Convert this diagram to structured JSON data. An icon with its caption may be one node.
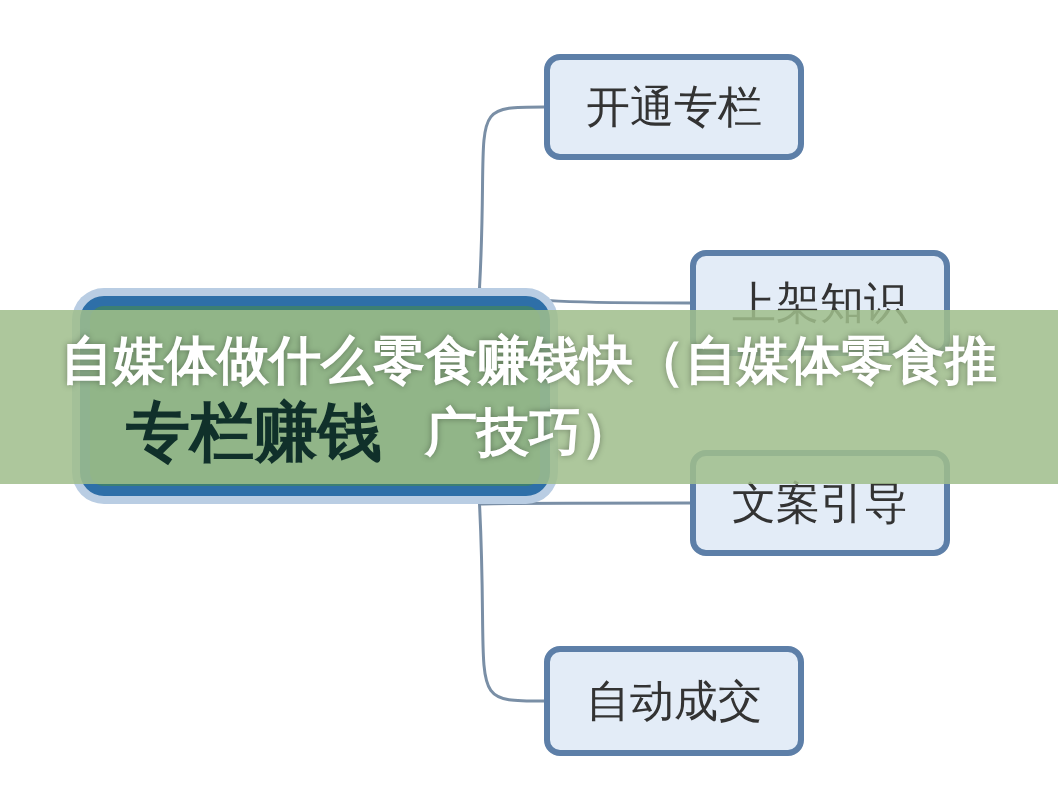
{
  "diagram": {
    "title": "自媒体做什么零食赚钱快（自媒体零食推广技巧）",
    "nodes": [
      {
        "text": [
          "专栏赚钱"
        ]
      },
      {
        "text": [
          "开通专栏"
        ]
      },
      {
        "text": [
          "上架知识"
        ]
      },
      {
        "text": [
          "文案引导"
        ]
      },
      {
        "text": [
          "自动成交"
        ]
      }
    ],
    "edges": [
      {
        "from": 0,
        "to": 1,
        "arrow": "none"
      },
      {
        "from": 0,
        "to": 2,
        "arrow": "none"
      },
      {
        "from": 0,
        "to": 3,
        "arrow": "none"
      },
      {
        "from": 0,
        "to": 4,
        "arrow": "none"
      }
    ]
  }
}
